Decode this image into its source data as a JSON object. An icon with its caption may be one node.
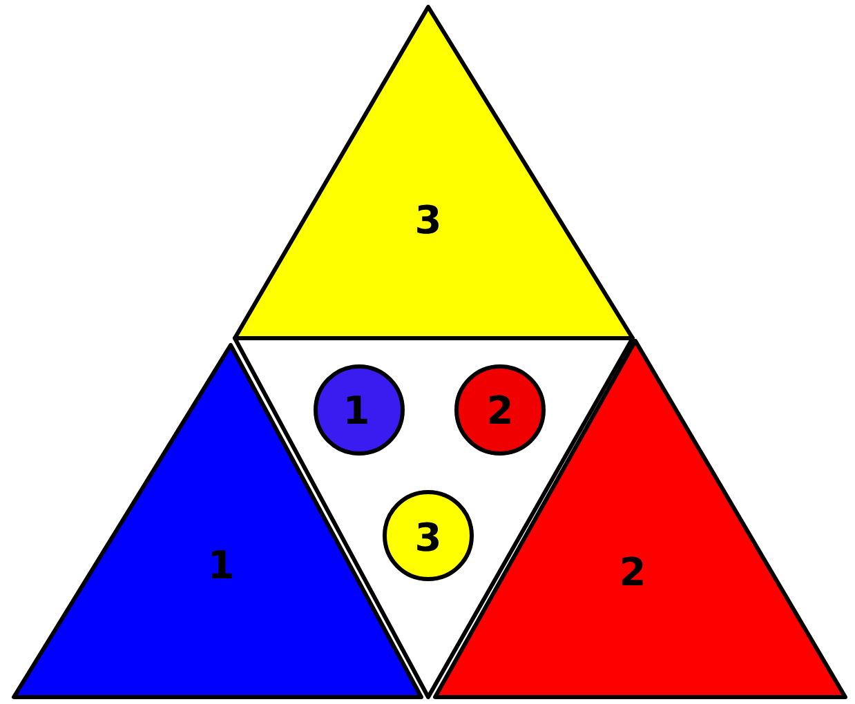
{
  "diagram": {
    "nodes": [
      {
        "text": [
          "3"
        ]
      },
      {
        "text": [],
        "shape": "triangle"
      },
      {
        "text": [
          "1"
        ],
        "in": 1
      },
      {
        "text": [
          "2"
        ],
        "in": 1
      },
      {
        "text": [
          "3"
        ],
        "in": 1
      },
      {
        "text": [
          "1"
        ]
      },
      {
        "text": [
          "2"
        ]
      }
    ]
  }
}
